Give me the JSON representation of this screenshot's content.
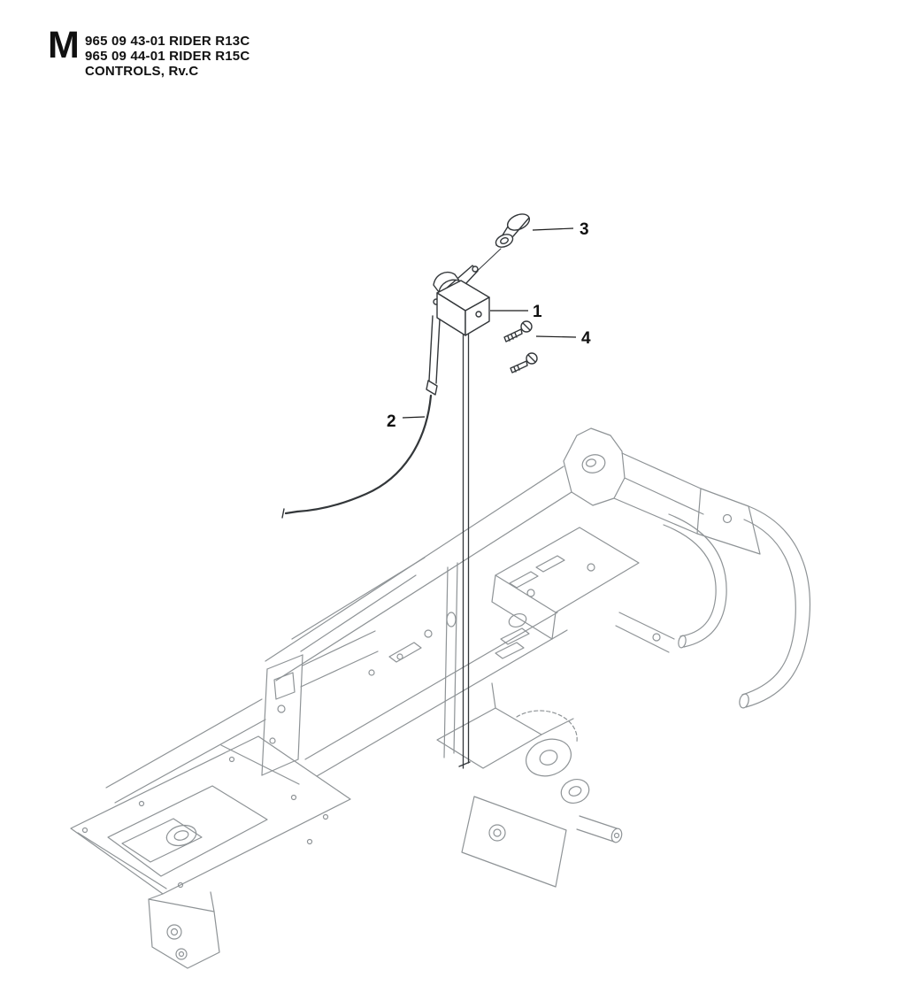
{
  "header": {
    "section_letter": "M",
    "part_numbers": [
      "965 09 43-01 RIDER R13C",
      "965 09 44-01 RIDER R15C"
    ],
    "title": "CONTROLS, Rv.C"
  },
  "callouts": {
    "item1": "1",
    "item2": "2",
    "item3": "3",
    "item4": "4"
  }
}
